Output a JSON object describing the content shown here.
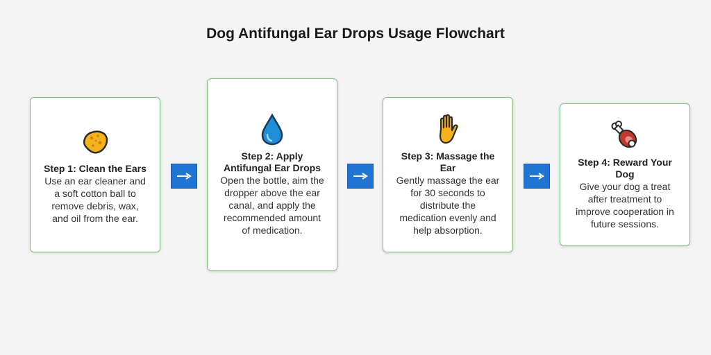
{
  "title": "Dog Antifungal Ear Drops Usage Flowchart",
  "colors": {
    "card_border": "#7cc47c",
    "arrow_fill": "#1f74d4",
    "background": "#f4f4f4"
  },
  "steps": [
    {
      "icon": "sponge-icon",
      "title": "Step 1: Clean the Ears",
      "description": "Use an ear cleaner and a soft cotton ball to remove debris, wax, and oil from the ear."
    },
    {
      "icon": "water-drop-icon",
      "title": "Step 2: Apply Antifungal Ear Drops",
      "description": "Open the bottle, aim the dropper above the ear canal, and apply the recommended amount of medication."
    },
    {
      "icon": "raised-hand-icon",
      "title": "Step 3: Massage the Ear",
      "description": "Gently massage the ear for 30 seconds to distribute the medication evenly and help absorption."
    },
    {
      "icon": "meat-on-bone-icon",
      "title": "Step 4: Reward Your Dog",
      "description": "Give your dog a treat after treatment to improve cooperation in future sessions."
    }
  ],
  "arrows": [
    "→",
    "→",
    "→"
  ]
}
